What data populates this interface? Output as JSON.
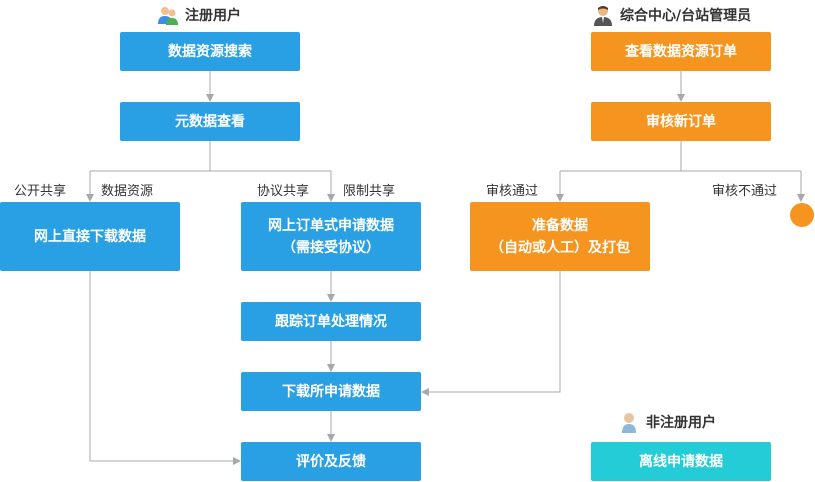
{
  "headers": {
    "registered": "注册用户",
    "admin": "综合中心/台站管理员",
    "unregistered": "非注册用户"
  },
  "nodes": {
    "search": "数据资源搜索",
    "metadata": "元数据查看",
    "direct_download": "网上直接下载数据",
    "order_apply_line1": "网上订单式申请数据",
    "order_apply_line2": "（需接受协议）",
    "track_order": "跟踪订单处理情况",
    "download_applied": "下载所申请数据",
    "evaluate": "评价及反馈",
    "view_orders": "查看数据资源订单",
    "review_orders": "审核新订单",
    "prepare_line1": "准备数据",
    "prepare_line2": "（自动或人工）及打包",
    "offline_apply": "离线申请数据"
  },
  "labels": {
    "public_share": "公开共享",
    "data_resource": "数据资源",
    "agreement_share": "协议共享",
    "restricted_share": "限制共享",
    "approved": "审核通过",
    "rejected": "审核不通过"
  },
  "colors": {
    "blue": "#29a0e3",
    "orange": "#f5951f",
    "cyan": "#24ccd8",
    "line": "#a8a8a8"
  },
  "icons": {
    "registered": "users-icon",
    "admin": "admin-user-icon",
    "unregistered": "person-icon",
    "end": "end-circle-icon"
  }
}
